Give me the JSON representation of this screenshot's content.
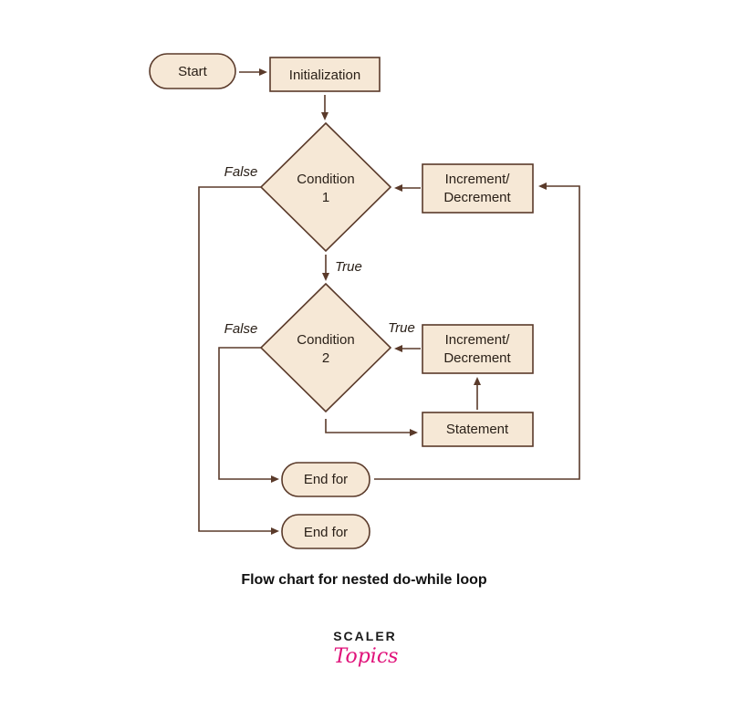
{
  "nodes": {
    "start": "Start",
    "initialization": "Initialization",
    "condition1_line1": "Condition",
    "condition1_line2": "1",
    "increment1_line1": "Increment/",
    "increment1_line2": "Decrement",
    "condition2_line1": "Condition",
    "condition2_line2": "2",
    "increment2_line1": "Increment/",
    "increment2_line2": "Decrement",
    "statement": "Statement",
    "end_for_inner": "End for",
    "end_for_outer": "End for"
  },
  "edge_labels": {
    "false1": "False",
    "true1": "True",
    "false2": "False",
    "true2": "True"
  },
  "caption": "Flow chart for nested do-while loop",
  "brand": {
    "name": "SCALER",
    "tagline": "Topics"
  },
  "colors": {
    "shape_fill": "#f6e8d6",
    "stroke": "#5a3a2a",
    "brand_accent": "#e0127a"
  }
}
